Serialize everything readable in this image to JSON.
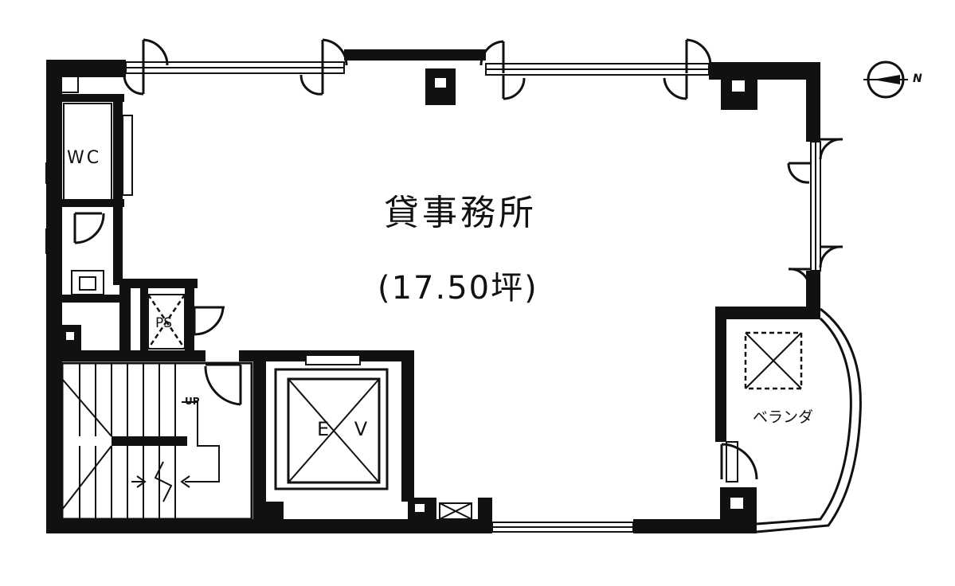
{
  "rooms": {
    "office_name": "貸事務所",
    "office_area": "(17.50坪)",
    "toilet": "WC",
    "pipe_space": "PS",
    "elevator": "E V",
    "stairs_up": "UP",
    "balcony": "ベランダ"
  },
  "compass": {
    "direction_label": "N",
    "icon": "north-arrow-icon"
  },
  "colors": {
    "wall": "#111111",
    "background": "#ffffff"
  }
}
